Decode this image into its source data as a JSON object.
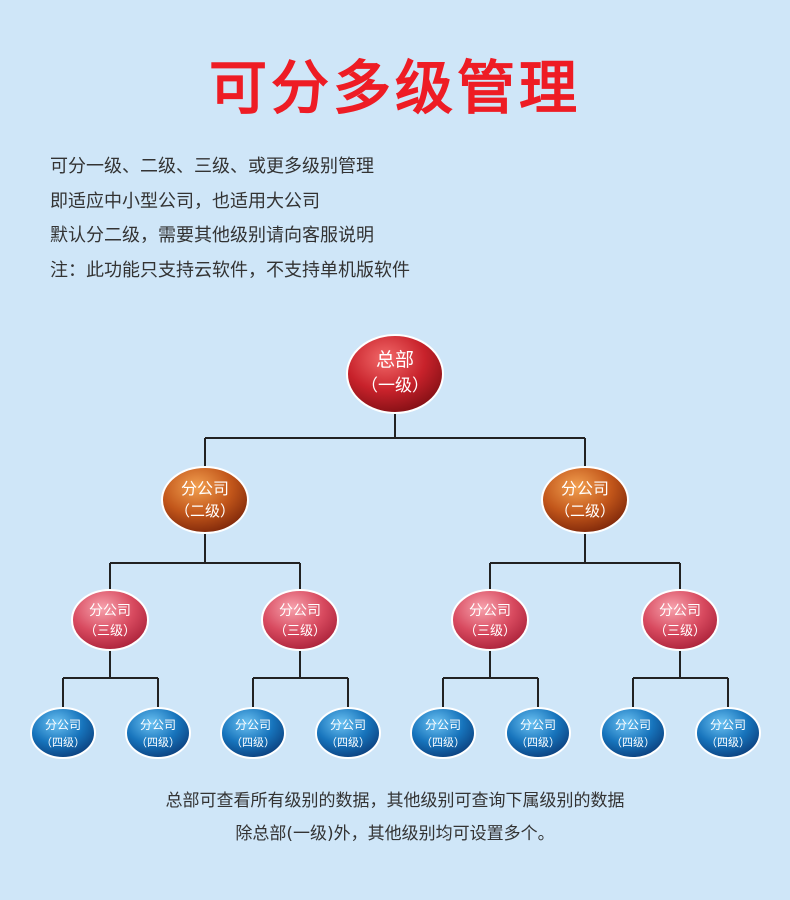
{
  "title": "可分多级管理",
  "intro": [
    "可分一级、二级、三级、或更多级别管理",
    "即适应中小型公司，也适用大公司",
    "默认分二级，需要其他级别请向客服说明",
    "注：此功能只支持云软件，不支持单机版软件"
  ],
  "nodes": {
    "hq": {
      "name": "总部",
      "level": "（一级）",
      "color": "#c8222b"
    },
    "branch2": {
      "name": "分公司",
      "level": "（二级）",
      "color": "#c2561a"
    },
    "branch3": {
      "name": "分公司",
      "level": "（三级）",
      "color": "#d84a5f"
    },
    "branch4": {
      "name": "分公司",
      "level": "（四级）",
      "color": "#1774bc"
    }
  },
  "footer": [
    "总部可查看所有级别的数据，其他级别可查询下属级别的数据",
    "除总部(一级)外，其他级别均可设置多个。"
  ]
}
